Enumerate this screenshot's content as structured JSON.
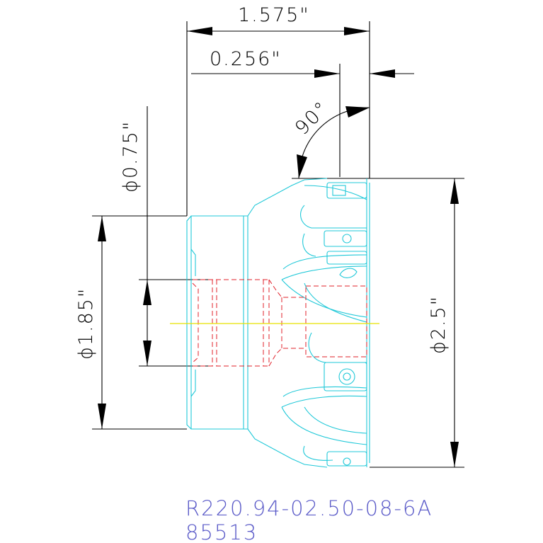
{
  "dimensions": {
    "overall_length": "1.575\"",
    "insert_width": "0.256\"",
    "angle": "90°",
    "bore_diameter": "ϕ0.75\"",
    "hub_diameter": "ϕ1.85\"",
    "cutter_diameter": "ϕ2.5\""
  },
  "part": {
    "number": "R220.94-02.50-08-6A",
    "code": "85513"
  },
  "colors": {
    "dimension_lines": "#000000",
    "tool_outline": "#1fc8d8",
    "hidden_lines": "#e0202a",
    "center_line": "#e6e200",
    "part_text": "#5a5ac8"
  }
}
